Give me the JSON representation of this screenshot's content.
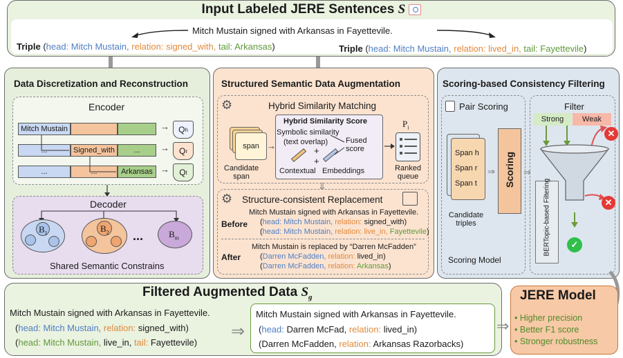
{
  "input": {
    "title": "Input Labeled JERE Sentences",
    "symbol": "S",
    "sentence": "Mitch Mustain signed with Arkansas in Fayettevile.",
    "triple1": {
      "label": "Triple",
      "open": "(",
      "head": "head: Mitch Mustain,",
      "relation": "relation: signed_with,",
      "tail": "tail: Arkansas",
      "close": ")"
    },
    "triple2": {
      "label": "Triple",
      "open": "(",
      "head": "head: Mitch Mustain,",
      "relation": "relation: lived_in,",
      "tail": "tail: Fayettevile",
      "close": ")"
    }
  },
  "discretization": {
    "title": "Data Discretization and Reconstruction",
    "encoder": "Encoder",
    "rows": [
      {
        "left": "Mitch Mustain",
        "mid": "",
        "right": "",
        "q": "Q",
        "qsub": "h"
      },
      {
        "left": "...",
        "mid": "Signed_with",
        "right": "...",
        "q": "Q",
        "qsub": "r"
      },
      {
        "left": "...",
        "mid": "...",
        "right": "Arkansas",
        "q": "Q",
        "qsub": "t"
      }
    ],
    "decoder": "Decoder",
    "clusters": [
      {
        "label": "B",
        "sub": "1"
      },
      {
        "label": "B",
        "sub": "2"
      },
      {
        "label": "B",
        "sub": "m"
      }
    ],
    "ellipsis": "...",
    "caption": "Shared Semantic Constrains"
  },
  "augmentation": {
    "title": "Structured Semantic Data Augmentation",
    "hybrid_title": "Hybrid Similarity Matching",
    "span": "span",
    "candidate_span": "Candidate span",
    "score_title": "Hybrid Similarity Score",
    "symbolic": "Symbolic similarity",
    "text_overlap": "(text overlap)",
    "plus1": "+",
    "plus2": "+",
    "contextual": "Contextual",
    "embeddings": "Embeddings",
    "fused": "Fused score",
    "pi": "P",
    "pi_sub": "i",
    "ranked": "Ranked queue",
    "replacement_title": "Structure-consistent Replacement",
    "before_label": "Before",
    "before_sentence": "Mitch Mustain signed with Arkansas in Fayettevile.",
    "before_t1": {
      "open": "(",
      "head": "head: Mitch Mustain,",
      "relation": "relation:",
      "rest": "signed_with)"
    },
    "before_t2": {
      "open": "(",
      "head": "head: Mitch Mustain,",
      "relation": "relation:",
      "rel2": "live_in,",
      "tail": "Fayettevile",
      "close": ")"
    },
    "after_label": "After",
    "after_sentence": "Mitch Mustain is replaced by “Darren McFadden”",
    "after_t1": {
      "open": "(",
      "head": "Darren McFadden,",
      "relation": "relation:",
      "rest": "lived_in)"
    },
    "after_t2": {
      "open": "(",
      "head": "Darren McFadden,",
      "relation": "relation:",
      "tail": "Arkansas",
      "close": ")"
    }
  },
  "filtering": {
    "title": "Scoring-based Consistency Filtering",
    "pair_scoring": "Pair Scoring",
    "spans": [
      "Span h",
      "Span r",
      "Span t"
    ],
    "candidate_triples": "Candidate triples",
    "scoring": "Scoring",
    "scoring_model": "Scoring Model",
    "filter": "Filter",
    "strong": "Strong",
    "weak": "Weak",
    "bertopic": "BERTopic-based Filtering"
  },
  "filtered": {
    "title": "Filtered Augmented Data",
    "symbol": "S",
    "symbol_sub": "g",
    "left_sentence": "Mitch Mustain signed with Arkansas in Fayettevile.",
    "left_t1": {
      "open": "(",
      "head": "head: Mitch Mustain,",
      "relation": "relation:",
      "rest": "signed_with)"
    },
    "left_t2": {
      "open": "(",
      "head": "head: Mitch Mustain,",
      "rel": "live_in,",
      "tail": "tail:",
      "tailval": "Fayettevile)"
    },
    "right_sentence": "Mitch Mustain signed with Arkansas in Fayettevile.",
    "right_t1": {
      "open": "(",
      "head": "head:",
      "headval": "Darren McFad,",
      "relation": "relation:",
      "rest": "lived_in)"
    },
    "right_t2": {
      "open": "(Darren McFadden,",
      "relation": "relation:",
      "rest": "Arkansas Razorbacks)"
    }
  },
  "model": {
    "title": "JERE Model",
    "items": [
      "Higher precision",
      "Better F1 score",
      "Stronger robustness"
    ]
  },
  "colors": {
    "green_panel": "#e6efdc",
    "orange_panel": "#fbe3d0",
    "blue_panel": "#dde6ee",
    "model_panel": "#f7c9a6"
  }
}
